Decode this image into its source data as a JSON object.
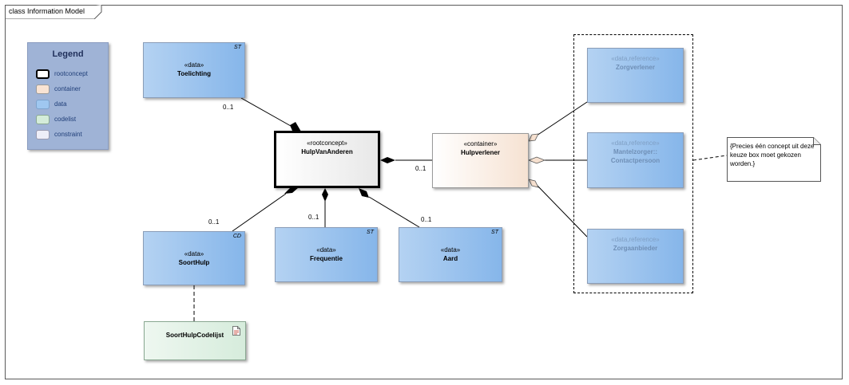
{
  "frame": {
    "title": "class Information Model"
  },
  "legend": {
    "title": "Legend",
    "items": [
      {
        "label": "rootconcept",
        "color": "#ffffff",
        "border": "#000000"
      },
      {
        "label": "container",
        "color": "#f9e3d3",
        "border": "#9a9a9a"
      },
      {
        "label": "data",
        "color": "#9fc7f0",
        "border": "#7ea3cc"
      },
      {
        "label": "codelist",
        "color": "#d4ecd9",
        "border": "#8aa892"
      },
      {
        "label": "constraint",
        "color": "#eeeef8",
        "border": "#9a9ab0"
      }
    ]
  },
  "classes": {
    "toelichting": {
      "stereotype": "«data»",
      "name": "Toelichting",
      "corner": "ST"
    },
    "hulpvananderen": {
      "stereotype": "«rootconcept»",
      "name": "HulpVanAnderen"
    },
    "hulpverlener": {
      "stereotype": "«container»",
      "name": "Hulpverlener"
    },
    "soorthulp": {
      "stereotype": "«data»",
      "name": "SoortHulp",
      "corner": "CD"
    },
    "frequentie": {
      "stereotype": "«data»",
      "name": "Frequentie",
      "corner": "ST"
    },
    "aard": {
      "stereotype": "«data»",
      "name": "Aard",
      "corner": "ST"
    },
    "zorgverlener": {
      "stereotype": "«data,reference»",
      "name": "Zorgverlener"
    },
    "mantelzorger": {
      "stereotype": "«data,reference»",
      "name_line1": "Mantelzorger::",
      "name_line2": "Contactpersoon"
    },
    "zorgaanbieder": {
      "stereotype": "«data,reference»",
      "name": "Zorgaanbieder"
    },
    "soorthulpcodelijst": {
      "name": "SoortHulpCodelijst",
      "icon": "document-icon"
    }
  },
  "multiplicities": {
    "toelichting": "0..1",
    "hulpverlener": "0..1",
    "soorthulp": "0..1",
    "frequentie": "0..1",
    "aard": "0..1"
  },
  "note": {
    "text": "{Precies één concept uit deze keuze box moet gekozen worden.}"
  }
}
